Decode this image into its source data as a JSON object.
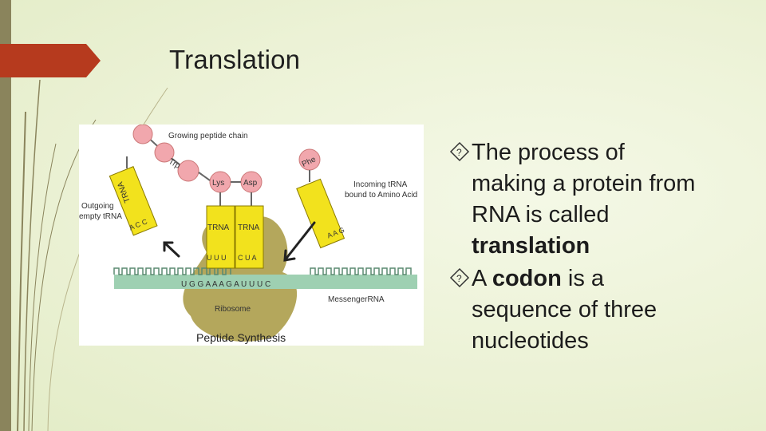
{
  "slide": {
    "title": "Translation"
  },
  "figure": {
    "top_label": "Growing peptide chain",
    "left_label_1": "Outgoing",
    "left_label_2": "empty tRNA",
    "right_label_1": "Incoming tRNA",
    "right_label_2": "bound to Amino Acid",
    "amino_1": "Trp",
    "amino_2": "Lys",
    "amino_3": "Asp",
    "amino_4": "Phe",
    "trna": "TRNA",
    "anticodon_left": "A C C",
    "anticodon_mid1": "U U U",
    "anticodon_mid2": "C U A",
    "anticodon_right": "A A G",
    "mrna_seq": "U G G A A A G A U U U C",
    "mrna_label": "MessengerRNA",
    "ribosome_label": "Ribosome",
    "caption": "Peptide Synthesis"
  },
  "bullets": [
    {
      "lines": [
        "The process of",
        "making a protein from",
        "RNA is called"
      ],
      "bold_line": "translation"
    },
    {
      "prefix": "A ",
      "bold": "codon",
      "suffix": " is a",
      "lines": [
        "sequence of three",
        "nucleotides"
      ]
    }
  ],
  "colors": {
    "accent": "#b63a1e",
    "trna_fill": "#f2e21d",
    "amino_fill": "#f1a7ad",
    "ribosome_fill": "#b4a75c",
    "mrna_fill": "#9ed0b2"
  }
}
